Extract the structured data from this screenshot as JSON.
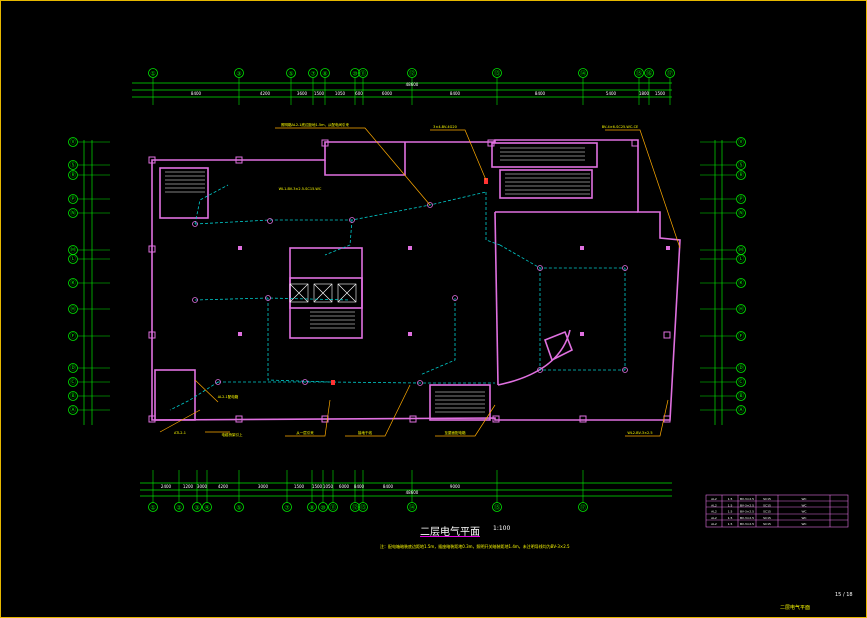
{
  "drawing": {
    "title": "二层电气平面",
    "scale": "1:100",
    "note": "注：配电箱暗装底边距地1.5m，插座暗装距地0.3m，照明开关暗装距地1.4m，未注明导线均为BV-3×2.5",
    "sheet_no": "15 / 18",
    "drawing_name": "二层电气平面"
  },
  "top_axes": [
    "①",
    "③",
    "⑤",
    "⑦",
    "⑧",
    "⑩",
    "⑪",
    "⑫",
    "⑬",
    "⑭",
    "⑮",
    "⑯",
    "⑰",
    "⑱"
  ],
  "bottom_axes": [
    "①",
    "②",
    "③",
    "④",
    "⑤",
    "⑦",
    "⑧",
    "⑩",
    "⑪",
    "⑫",
    "⑬",
    "⑭",
    "⑮",
    "⑰"
  ],
  "left_axes": [
    "Ⓥ",
    "Ⓢ",
    "Ⓡ",
    "Ⓟ",
    "Ⓝ",
    "Ⓜ",
    "Ⓛ",
    "Ⓚ",
    "Ⓗ",
    "Ⓕ",
    "Ⓓ",
    "Ⓒ",
    "Ⓑ",
    "Ⓐ"
  ],
  "right_axes": [
    "Ⓥ",
    "Ⓢ",
    "Ⓡ",
    "Ⓟ",
    "Ⓝ",
    "Ⓜ",
    "Ⓛ",
    "Ⓚ",
    "Ⓗ",
    "Ⓕ",
    "Ⓓ",
    "Ⓒ",
    "Ⓑ",
    "Ⓐ"
  ],
  "top_dims": [
    "8400",
    "4200",
    "3600",
    "1500",
    "1050",
    "600",
    "6000",
    "8400",
    "8400",
    "5400",
    "1800",
    "1500"
  ],
  "top_total": "48600",
  "bottom_dims": [
    "2400",
    "1200",
    "3000",
    "4200",
    "3000",
    "1500",
    "1500",
    "1050",
    "6000",
    "8400",
    "8400",
    "9000"
  ],
  "bottom_total": "48600",
  "annotations": {
    "a1": "照明箱AL2-1底边距地1.5m，从配电间引来",
    "a2": "3×4-BV-4G20",
    "a3": "BV-4×6-SC25-WC-CE",
    "a4": "WL1-BV-3×2.5-SC15-WC",
    "a5": "AL2-1配电箱",
    "a6": "ATL2-1",
    "a7": "电缆桥架引上",
    "a8": "从一层引来",
    "a9": "接地干线",
    "a10": "至屋面配电箱",
    "a11": "WL2-BV-3×2.5"
  },
  "legend": {
    "rows": [
      [
        "AL2",
        "1.5",
        "BV-3×2.5",
        "SC15",
        "WC"
      ],
      [
        "AL2",
        "1.5",
        "BV-3×2.5",
        "SC15",
        "WC"
      ],
      [
        "AL2",
        "1.5",
        "BV-3×2.5",
        "SC15",
        "WC"
      ],
      [
        "AL2",
        "1.5",
        "BV-3×2.5",
        "SC15",
        "WC"
      ],
      [
        "AL2",
        "1.5",
        "BV-3×2.5",
        "SC15",
        "WC"
      ]
    ]
  },
  "colors": {
    "wall": "#e070e0",
    "axis": "#00e600",
    "wire": "#00cccc",
    "text": "#ffff00",
    "frame": "#e6b800",
    "lead": "#ffaa00"
  }
}
